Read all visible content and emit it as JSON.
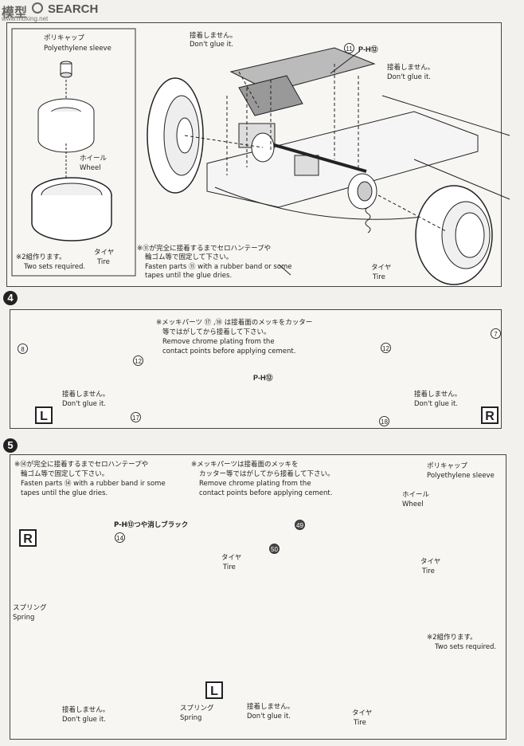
{
  "header": {
    "logo_text": "模型",
    "search_label": "SEARCH",
    "site_url": "www.moxing.net"
  },
  "panel_top": {
    "poly_jp": "ポリキャップ",
    "poly_en": "Polyethylene sleeve",
    "wheel_jp": "ホイール",
    "wheel_en": "Wheel",
    "tire_jp": "タイヤ",
    "tire_en": "Tire",
    "two_sets_jp": "※2組作ります。",
    "two_sets_en": "Two sets required.",
    "dont_glue_jp": "接着しません。",
    "dont_glue_en": "Don't glue it.",
    "dont_glue2_jp": "接着しません。",
    "dont_glue2_en": "Don't glue it.",
    "part_11": "11",
    "ph_ref": "P-H⑫",
    "fasten_jp_1": "※⑪が完全に接着するまでセロハンテープや",
    "fasten_jp_2": "輪ゴム等で固定して下さい。",
    "fasten_en_1": "Fasten parts ⑪ with a rubber band or some",
    "fasten_en_2": "tapes until the glue dries.",
    "tire_right_jp": "タイヤ",
    "tire_right_en": "Tire"
  },
  "step4": {
    "number": "4",
    "chrome_jp_1": "※メッキパーツ ⑰ ,⑱ は接着面のメッキをカッター",
    "chrome_jp_2": "等ではがしてから接着して下さい。",
    "chrome_en_1": "Remove chrome plating from the",
    "chrome_en_2": "contact points before applying cement.",
    "ph_ref": "P-H⑫",
    "part_8": "8",
    "part_12a": "12",
    "part_17": "17",
    "part_7": "7",
    "part_12b": "12",
    "part_18": "18",
    "dont_glue_l_jp": "接着しません。",
    "dont_glue_l_en": "Don't glue it.",
    "dont_glue_r_jp": "接着しません。",
    "dont_glue_r_en": "Don't glue it.",
    "left_label": "L",
    "right_label": "R"
  },
  "step5": {
    "number": "5",
    "fasten_jp_1": "※⑭が完全に接着するまでセロハンテープや",
    "fasten_jp_2": "輪ゴム等で固定して下さい。",
    "fasten_en_1": "Fasten parts ⑭ with a rubber band ir some",
    "fasten_en_2": "tapes until the glue dries.",
    "chrome_jp_1": "※メッキパーツは接着面のメッキを",
    "chrome_jp_2": "カッター等ではがしてから接着して下さい。",
    "chrome_en_1": "Remove chrome plating from the",
    "chrome_en_2": "contact points before applying cement.",
    "ph_note": "P-H⑫つや消しブラック",
    "part_14": "14",
    "part_49": "49",
    "part_50": "50",
    "r_label": "R",
    "l_label": "L",
    "spring_jp": "スプリング",
    "spring_en": "Spring",
    "spring2_jp": "スプリング",
    "spring2_en": "Spring",
    "dont_glue_a_jp": "接着しません。",
    "dont_glue_a_en": "Don't glue it.",
    "dont_glue_b_jp": "接着しません。",
    "dont_glue_b_en": "Don't glue it.",
    "tire_a_jp": "タイヤ",
    "tire_a_en": "Tire",
    "tire_b_jp": "タイヤ",
    "tire_b_en": "Tire",
    "inset_poly_jp": "ポリキャップ",
    "inset_poly_en": "Polyethylene sleeve",
    "inset_wheel_jp": "ホイール",
    "inset_wheel_en": "Wheel",
    "inset_tire_jp": "タイヤ",
    "inset_tire_en": "Tire",
    "inset_two_jp": "※2組作ります。",
    "inset_two_en": "Two sets required."
  },
  "colors": {
    "ink": "#222222",
    "paper": "#f3f1ee",
    "gray_fill": "#a9a9a9"
  }
}
